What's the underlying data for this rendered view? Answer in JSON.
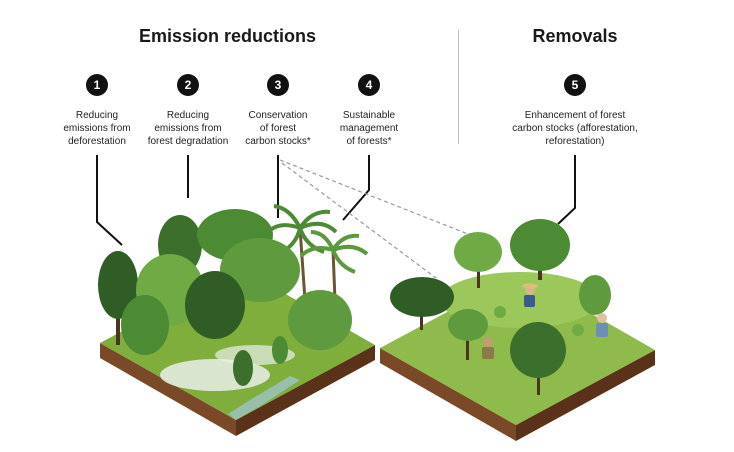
{
  "headings": {
    "emission_reductions": "Emission reductions",
    "removals": "Removals"
  },
  "activities": [
    {
      "number": "1",
      "lines": [
        "Reducing",
        "emissions from",
        "deforestation"
      ]
    },
    {
      "number": "2",
      "lines": [
        "Reducing",
        "emissions from",
        "forest degradation"
      ]
    },
    {
      "number": "3",
      "lines": [
        "Conservation",
        "of forest",
        "carbon stocks*"
      ]
    },
    {
      "number": "4",
      "lines": [
        "Sustainable",
        "management",
        "of forests*"
      ]
    },
    {
      "number": "5",
      "lines": [
        "Enhancement of forest",
        "carbon stocks (afforestation,",
        "reforestation)"
      ]
    }
  ],
  "colors": {
    "soil": "#7a4a28",
    "soil_dark": "#5a3219",
    "grass": "#7fae3c",
    "grass_light": "#9cc75a",
    "tree_dark": "#2f5d25",
    "tree_mid": "#4c8a33",
    "tree_light": "#6faa45",
    "mist": "#e9efe9"
  }
}
